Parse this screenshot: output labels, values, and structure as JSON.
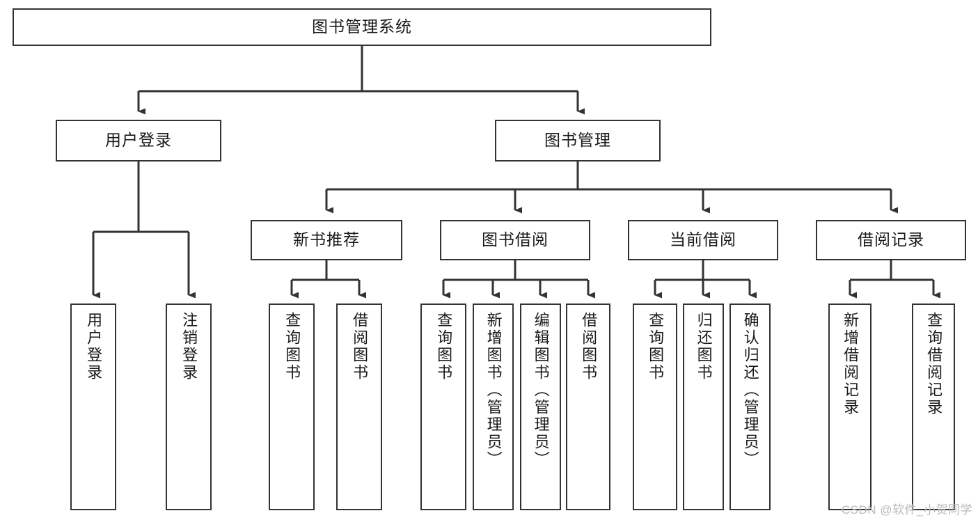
{
  "diagram": {
    "title": "图书管理系统",
    "watermark": "CSDN @软件_小贺同学",
    "colors": {
      "box_border": "#333333",
      "box_fill": "#ffffff",
      "edge": "#333333",
      "text": "#1a1a1a",
      "watermark": "#b9b9b9"
    },
    "nodes": {
      "root": "图书管理系统",
      "user_login": "用户登录",
      "book_manage": "图书管理",
      "new_book_rec": "新书推荐",
      "book_borrow": "图书借阅",
      "current_borrow": "当前借阅",
      "borrow_record": "借阅记录",
      "leaf_user_login": "用户登录",
      "leaf_logout": "注销登录",
      "leaf_query_book_1": "查询图书",
      "leaf_borrow_book_1": "借阅图书",
      "leaf_query_book_2": "查询图书",
      "leaf_add_book_admin": "新增图书（管理员）",
      "leaf_edit_book_admin": "编辑图书（管理员）",
      "leaf_borrow_book_2": "借阅图书",
      "leaf_query_book_3": "查询图书",
      "leaf_return_book": "归还图书",
      "leaf_confirm_return_admin": "确认归还（管理员）",
      "leaf_add_record": "新增借阅记录",
      "leaf_query_record": "查询借阅记录"
    }
  }
}
